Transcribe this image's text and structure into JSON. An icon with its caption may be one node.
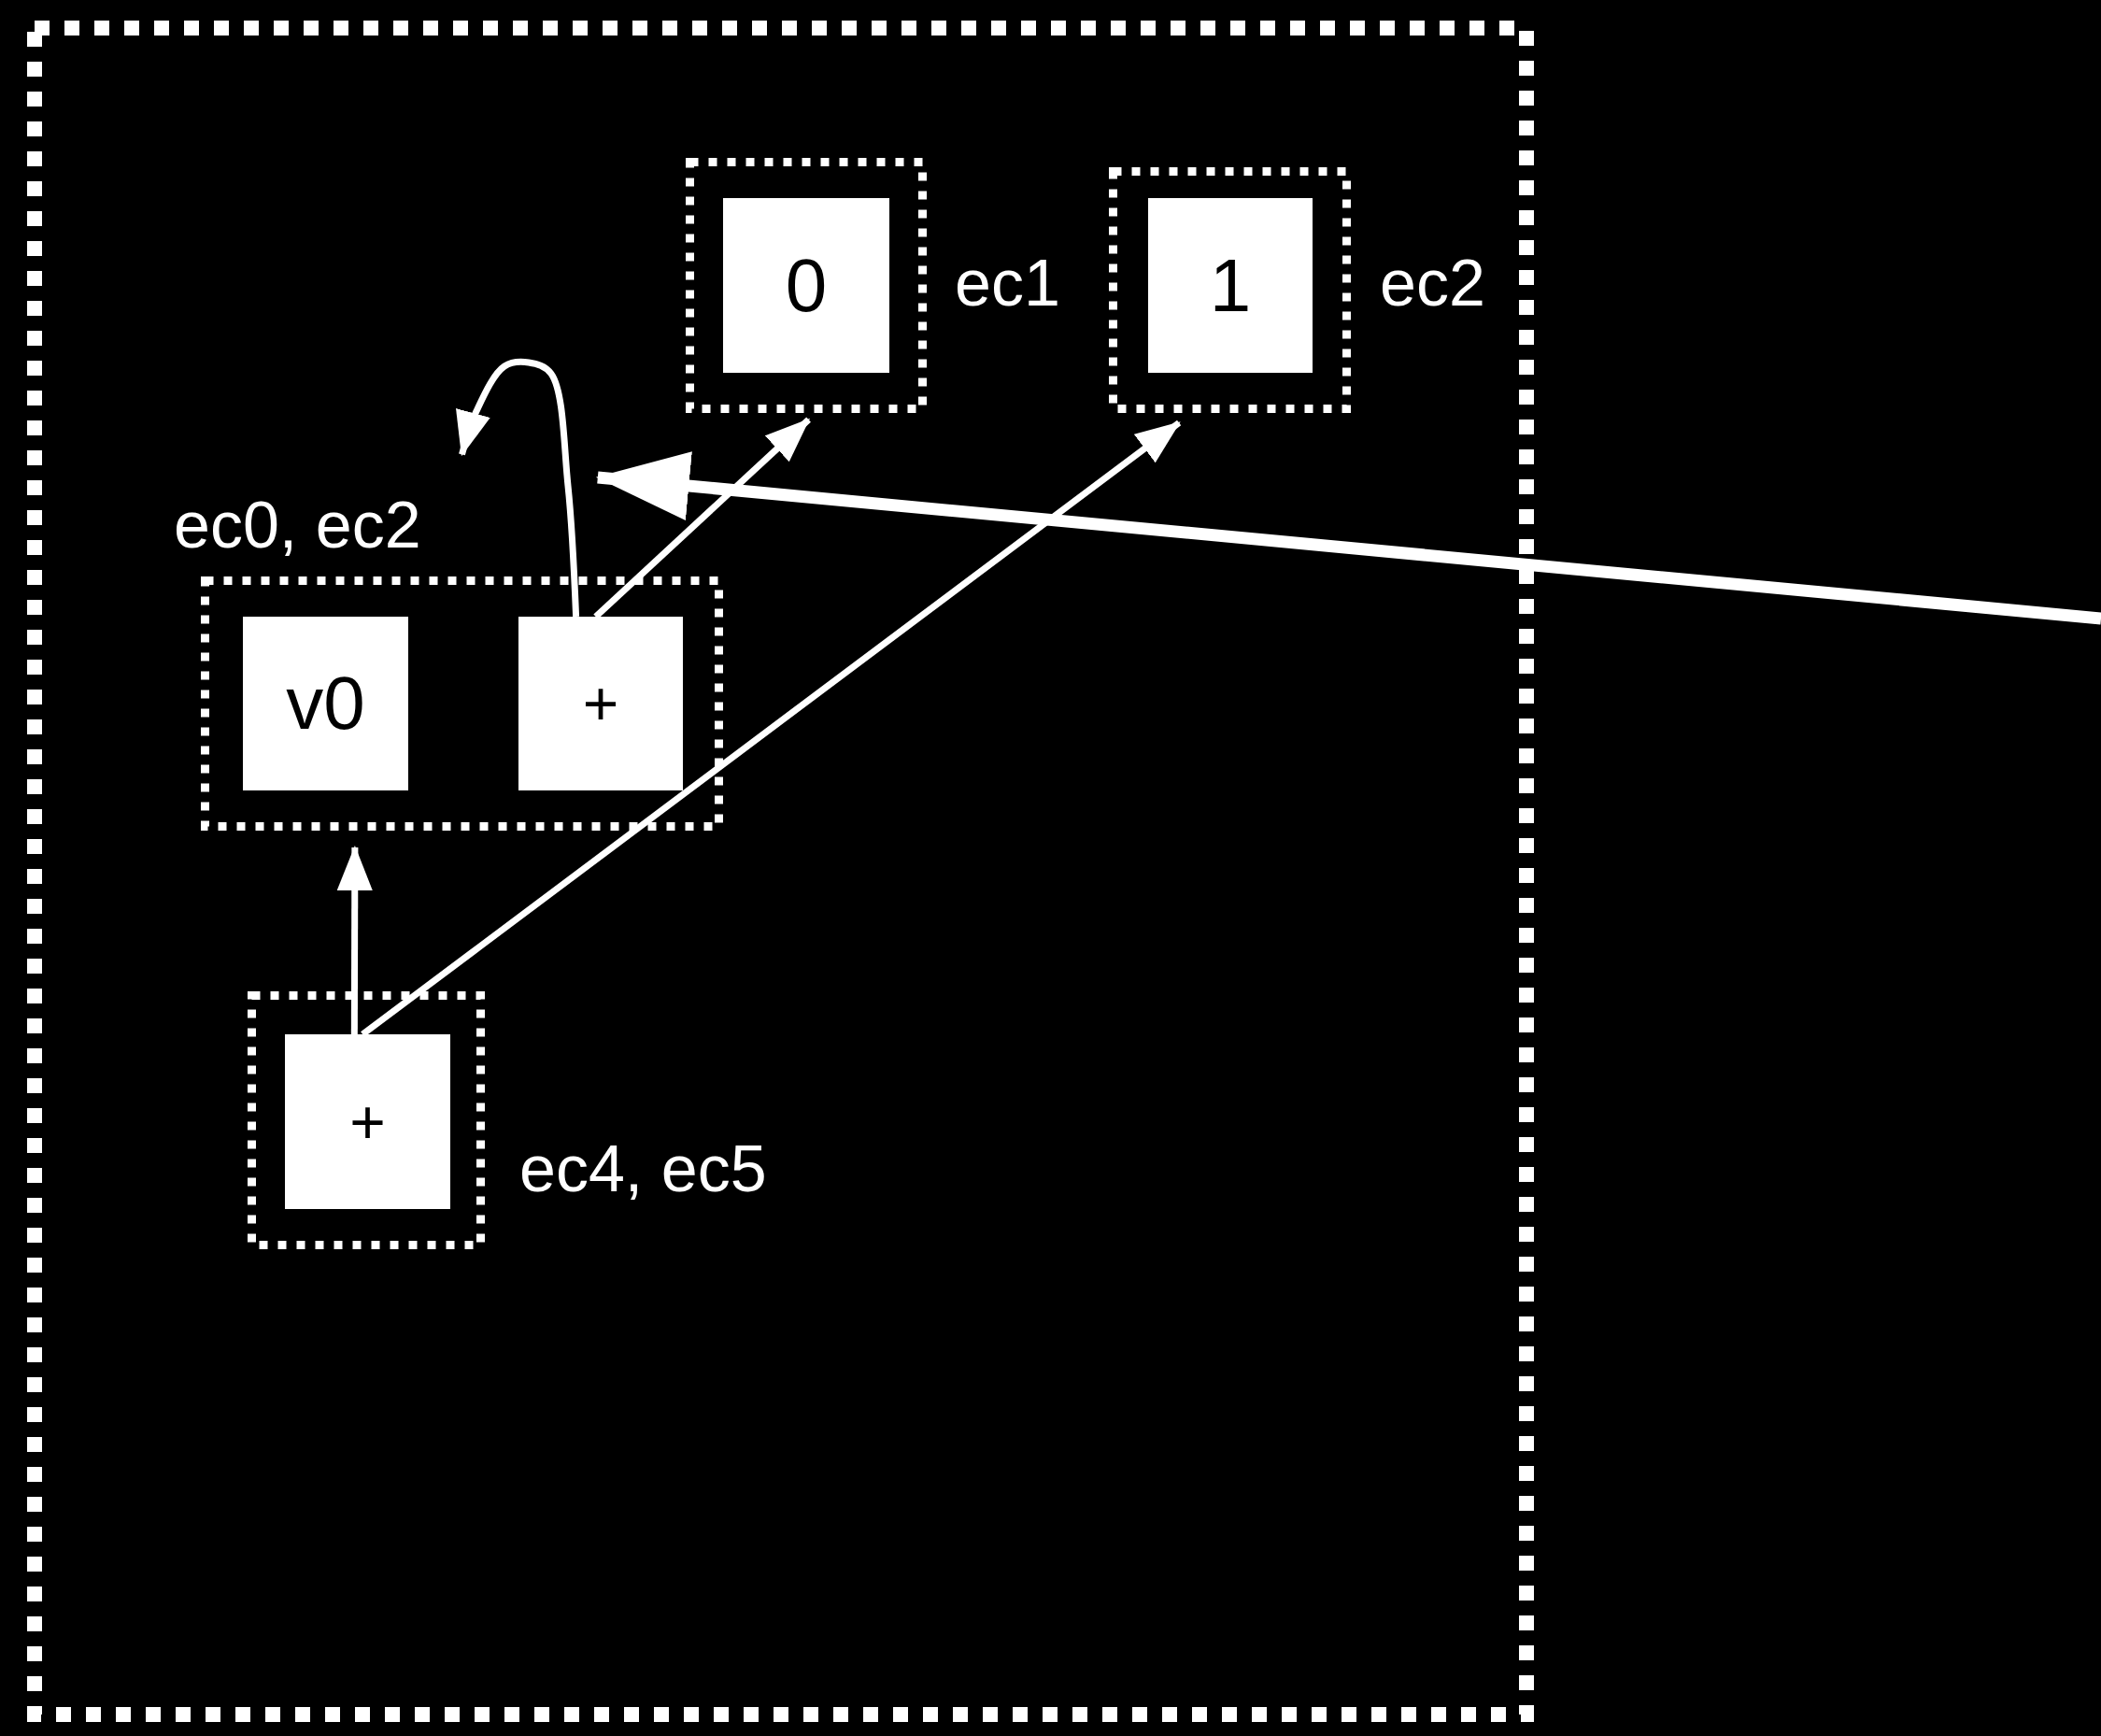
{
  "diagram": {
    "nodes": [
      {
        "text": [],
        "shape": "box"
      },
      {
        "text": [
          "ec1"
        ],
        "in": 0
      },
      {
        "text": [
          "0"
        ],
        "in": 1
      },
      {
        "text": [
          "ec2"
        ],
        "in": 0
      },
      {
        "text": [
          "1"
        ],
        "in": 3
      },
      {
        "text": [
          "ec0, ec2"
        ],
        "in": 0
      },
      {
        "text": [
          "v0"
        ],
        "in": 5
      },
      {
        "text": [
          "+"
        ],
        "in": 5
      },
      {
        "text": [
          "ec4, ec5"
        ],
        "in": 0
      },
      {
        "text": [
          "+"
        ],
        "in": 8
      }
    ],
    "edges": [
      {
        "from": 7,
        "to": 1,
        "arrow": "to"
      },
      {
        "from": 7,
        "to": 5,
        "arrow": "to"
      },
      {
        "from": null,
        "to": 5,
        "arrow": "to",
        "style": "thick"
      },
      {
        "from": 9,
        "to": 5,
        "arrow": "to"
      },
      {
        "from": 9,
        "to": 3,
        "arrow": "to"
      }
    ]
  }
}
